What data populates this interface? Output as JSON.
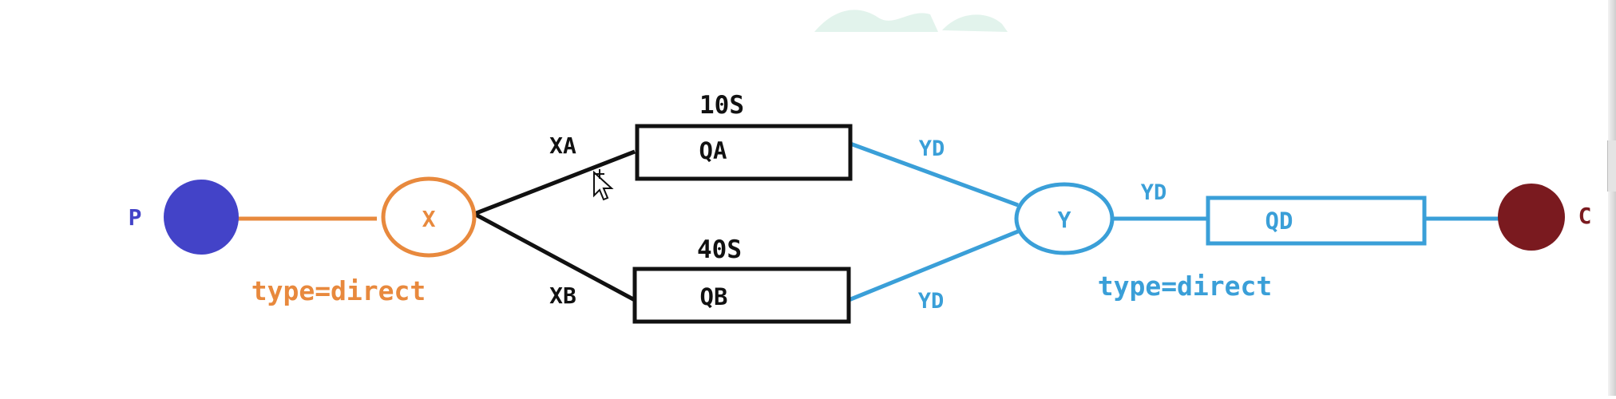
{
  "colors": {
    "producer": "#4343c8",
    "exchange_x": "#e8893d",
    "black": "#111111",
    "blue": "#3a9fd8",
    "consumer": "#7a1a1f",
    "watermark": "#dff2ea"
  },
  "nodes": {
    "producer": "P",
    "exchange_x": "X",
    "queue_a": "QA",
    "queue_b": "QB",
    "exchange_y": "Y",
    "queue_d": "QD",
    "consumer": "C"
  },
  "labels": {
    "ttl_a": "10S",
    "ttl_b": "40S",
    "route_xa": "XA",
    "route_xb": "XB",
    "route_yd_a": "YD",
    "route_yd_b": "YD",
    "route_yd_d": "YD",
    "x_type": "type=direct",
    "y_type": "type=direct"
  },
  "icons": {
    "cursor": "move-cursor-icon"
  }
}
